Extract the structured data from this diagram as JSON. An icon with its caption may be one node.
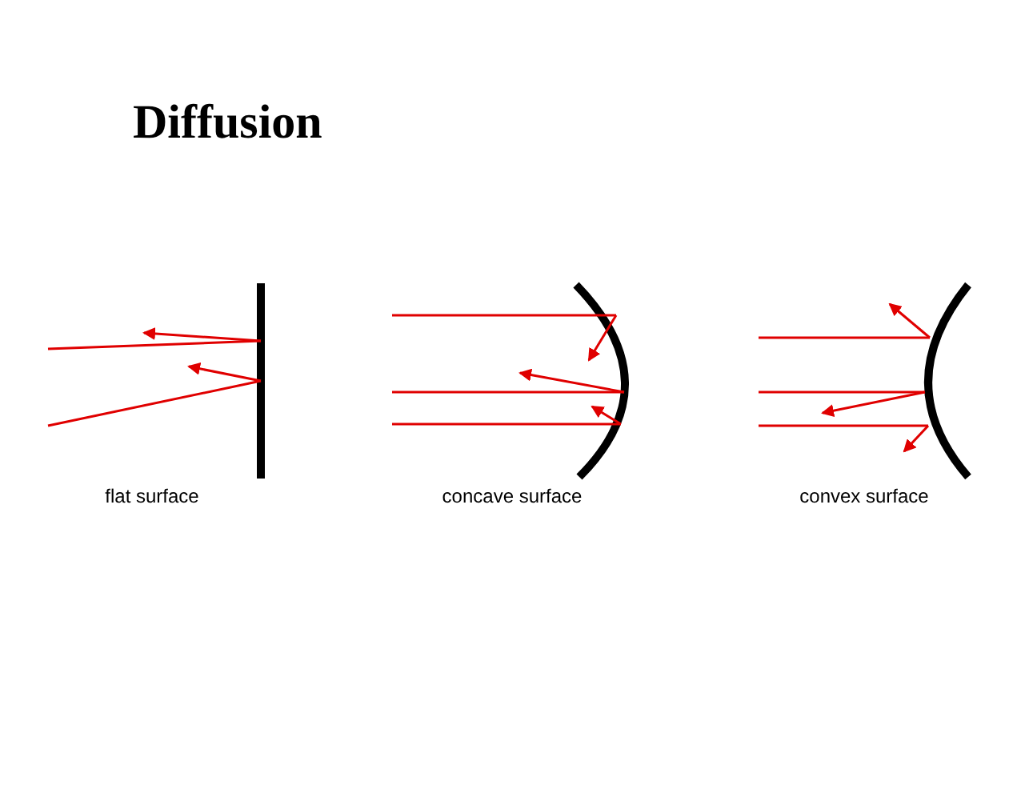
{
  "diagram": {
    "title": "Diffusion",
    "labels": [
      "flat surface",
      "concave surface",
      "convex surface"
    ]
  }
}
